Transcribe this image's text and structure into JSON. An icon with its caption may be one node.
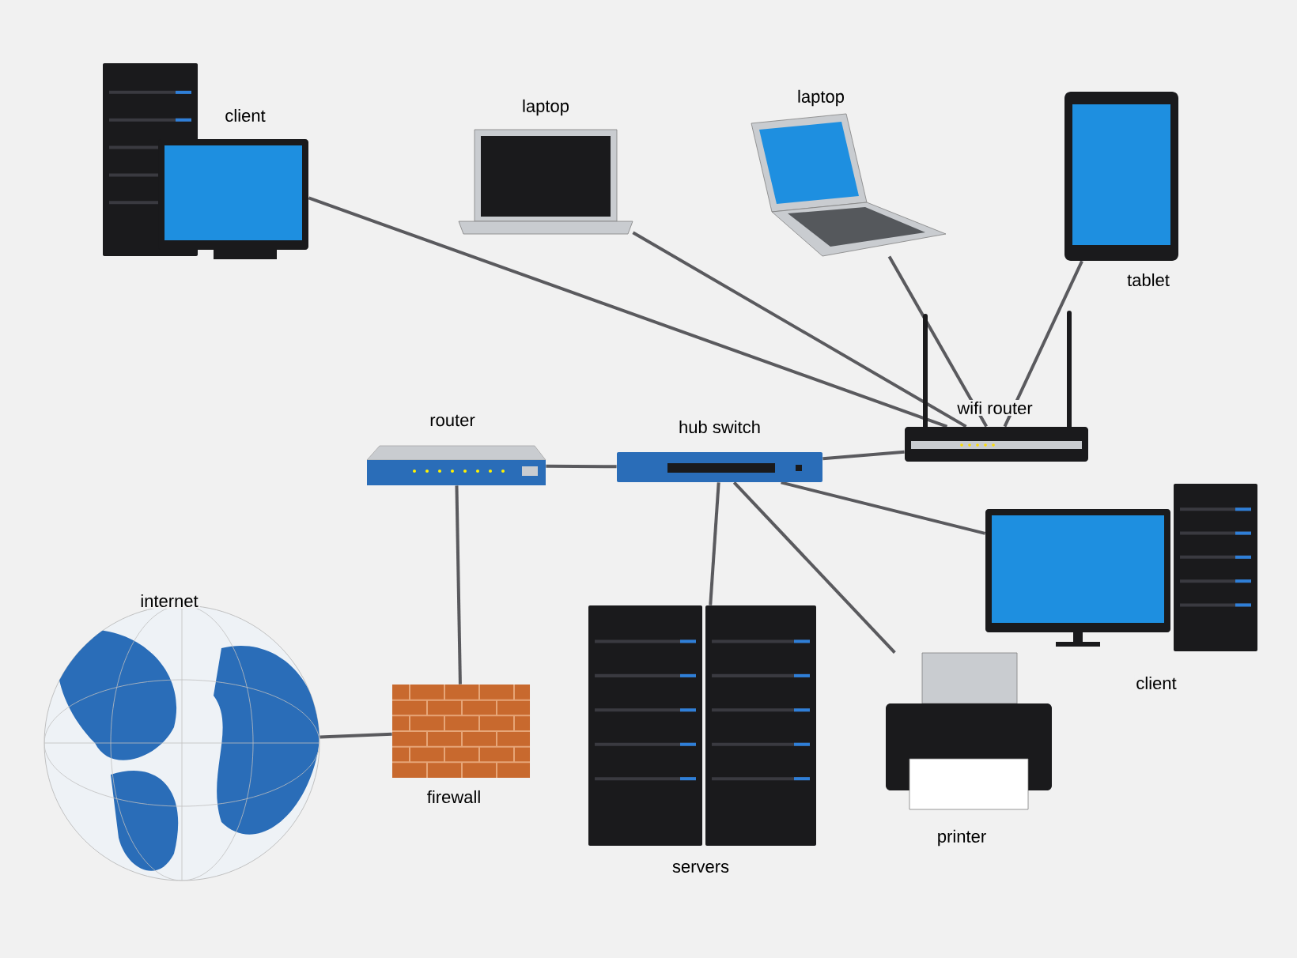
{
  "diagram": {
    "nodes": [
      {
        "text": [
          "client"
        ]
      },
      {
        "text": [
          "laptop"
        ]
      },
      {
        "text": [
          "laptop"
        ]
      },
      {
        "text": [
          "tablet"
        ]
      },
      {
        "text": [
          "wifi router"
        ]
      },
      {
        "text": [
          "router"
        ]
      },
      {
        "text": [
          "hub switch"
        ]
      },
      {
        "text": [
          "internet"
        ]
      },
      {
        "text": [
          "firewall"
        ]
      },
      {
        "text": [
          "servers"
        ]
      },
      {
        "text": [
          "printer"
        ]
      },
      {
        "text": [
          "client"
        ]
      }
    ],
    "edges": [
      {
        "from": 0,
        "to": 4,
        "arrow": "none"
      },
      {
        "from": 1,
        "to": 4,
        "arrow": "none"
      },
      {
        "from": 2,
        "to": 4,
        "arrow": "none"
      },
      {
        "from": 3,
        "to": 4,
        "arrow": "none"
      },
      {
        "from": 6,
        "to": 4,
        "arrow": "none"
      },
      {
        "from": 5,
        "to": 6,
        "arrow": "none"
      },
      {
        "from": 5,
        "to": 8,
        "arrow": "none"
      },
      {
        "from": 8,
        "to": 7,
        "arrow": "none"
      },
      {
        "from": 6,
        "to": 9,
        "arrow": "none"
      },
      {
        "from": 6,
        "to": 10,
        "arrow": "none"
      },
      {
        "from": 6,
        "to": 11,
        "arrow": "none"
      }
    ]
  }
}
